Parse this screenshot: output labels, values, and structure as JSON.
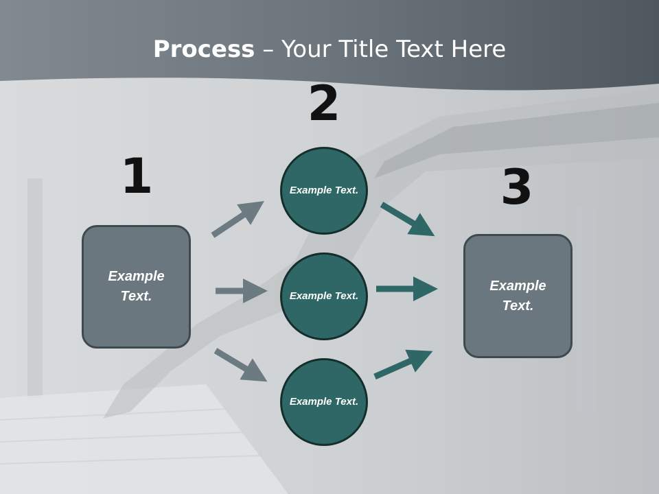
{
  "title": {
    "bold": "Process",
    "rest": " – Your Title Text Here"
  },
  "steps": {
    "one": "1",
    "two": "2",
    "three": "3"
  },
  "left_box": {
    "text": "Example Text."
  },
  "circles": [
    {
      "text": "Example Text."
    },
    {
      "text": "Example Text."
    },
    {
      "text": "Example Text."
    }
  ],
  "right_box": {
    "text": "Example Text."
  },
  "colors": {
    "header": "#5c666d",
    "box_fill": "#6a777e",
    "circle_fill": "#2e6766",
    "arrow_gray": "#6c7a82",
    "arrow_teal": "#2e6766"
  }
}
